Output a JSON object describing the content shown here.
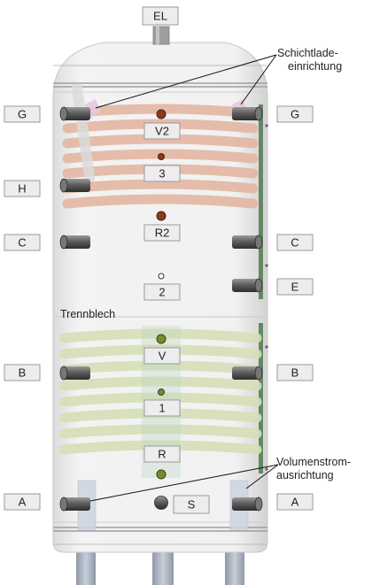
{
  "connections": {
    "EL": "EL",
    "G": "G",
    "H": "H",
    "C": "C",
    "E": "E",
    "B": "B",
    "A": "A"
  },
  "sensors": {
    "V2": "V2",
    "s3": "3",
    "R2": "R2",
    "s2": "2",
    "V": "V",
    "s1": "1",
    "R": "R",
    "S": "S"
  },
  "annotations": {
    "schichtlade_1": "Schichtlade-",
    "schichtlade_2": "einrichtung",
    "trennblech": "Trennblech",
    "volumen_1": "Volumenstrom-",
    "volumen_2": "ausrichtung"
  },
  "colors": {
    "upper_coil": "#e3b7a2",
    "lower_coil": "#d7dfb8",
    "tank_body": "#efefef",
    "label_box": "#ededed",
    "label_border": "#9a9a9a",
    "leg": "#b8c1cf"
  }
}
